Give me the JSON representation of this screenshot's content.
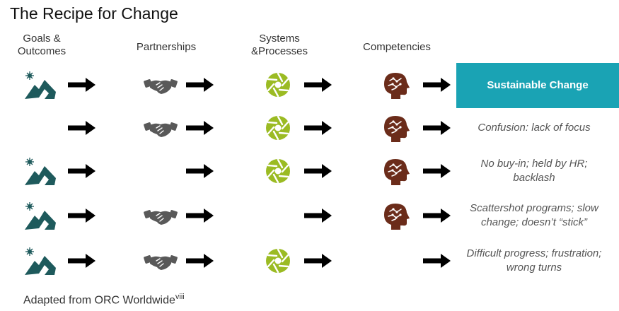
{
  "title": "The Recipe for Change",
  "headers": {
    "goals": "Goals &\nOutcomes",
    "partnerships": "Partnerships",
    "systems": "Systems\n&Processes",
    "competencies": "Competencies"
  },
  "icons": {
    "goals": "mountain-sun-icon",
    "partnerships": "handshake-icon",
    "systems": "aperture-icon",
    "competencies": "head-brain-icon",
    "arrow": "right-arrow-icon"
  },
  "colors": {
    "goals": "#1e5a5c",
    "partnerships": "#595959",
    "systems": "#9bbb23",
    "competencies": "#6b2c1a",
    "success_bg": "#1aa3b4",
    "arrow": "#000000"
  },
  "rows": [
    {
      "goals": true,
      "partnerships": true,
      "systems": true,
      "competencies": true,
      "outcome": "Sustainable Change",
      "highlight": true
    },
    {
      "goals": false,
      "partnerships": true,
      "systems": true,
      "competencies": true,
      "outcome": "Confusion: lack of focus"
    },
    {
      "goals": true,
      "partnerships": false,
      "systems": true,
      "competencies": true,
      "outcome": "No buy-in; held by HR; backlash"
    },
    {
      "goals": true,
      "partnerships": true,
      "systems": false,
      "competencies": true,
      "outcome": "Scattershot programs; slow change; doesn’t “stick”"
    },
    {
      "goals": true,
      "partnerships": true,
      "systems": true,
      "competencies": false,
      "outcome": "Difficult progress; frustration; wrong turns"
    }
  ],
  "source": {
    "text": "Adapted from ORC Worldwide",
    "superscript": "viii"
  }
}
